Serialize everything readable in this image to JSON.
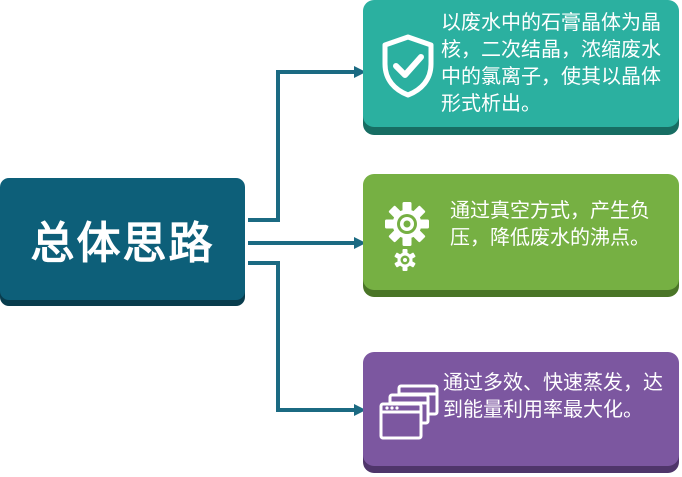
{
  "root": {
    "title": "总体思路",
    "color": "#0d5f79"
  },
  "branches": [
    {
      "text": "以废水中的石膏晶体为晶核，二次结晶，浓缩废水中的氯离子，使其以晶体形式析出。",
      "icon": "shield-check-icon",
      "color": "#2bb0a0"
    },
    {
      "text": "通过真空方式，产生负压，降低废水的沸点。",
      "icon": "gears-icon",
      "color": "#76b043"
    },
    {
      "text": "通过多效、快速蒸发，达到能量利用率最大化。",
      "icon": "windows-icon",
      "color": "#7c57a0"
    }
  ],
  "connector_color": "#1b6a82"
}
